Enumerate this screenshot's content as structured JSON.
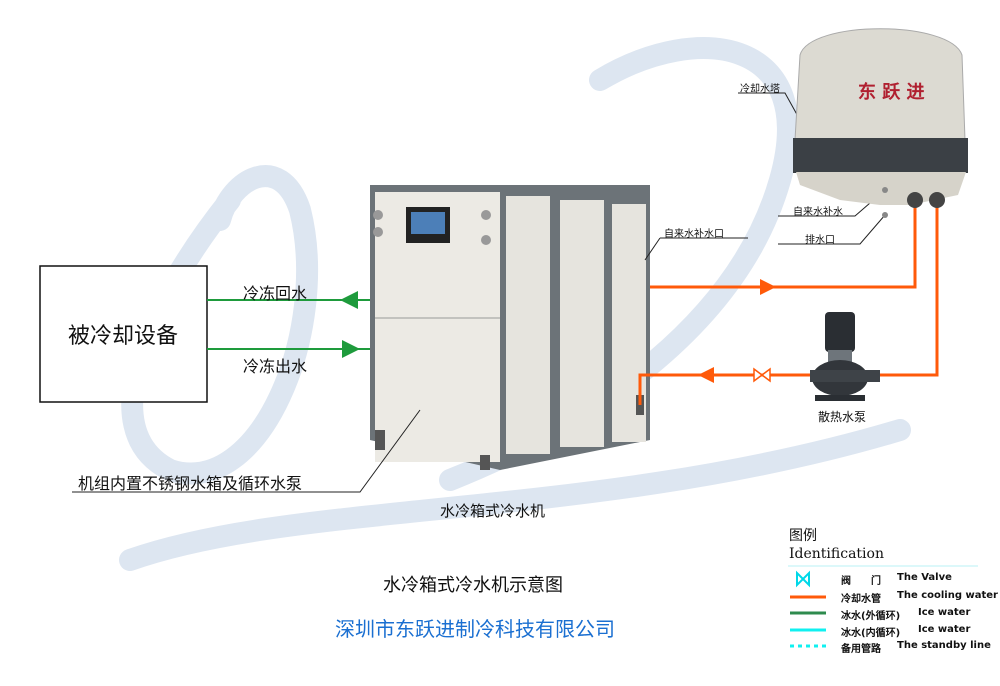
{
  "equipment_box": {
    "label": "被冷却设备"
  },
  "pipes": {
    "return_label": "冷冻回水",
    "supply_label": "冷冻出水"
  },
  "chiller": {
    "caption": "水冷箱式冷水机",
    "tank_note": "机组内置不锈钢水箱及循环水泵",
    "makeup_inlet": "自来水补水口"
  },
  "tower": {
    "label": "冷却水塔",
    "brand": "东 跃 进",
    "makeup": "自来水补水",
    "drain": "排水口"
  },
  "pump": {
    "label": "散热水泵"
  },
  "title": "水冷箱式冷水机示意图",
  "company": "深圳市东跃进制冷科技有限公司",
  "legend": {
    "title_cn": "图例",
    "title_en": "Identification",
    "items": [
      {
        "cn": "阀　　门",
        "en": "The Valve",
        "symbol": "valve",
        "color": "#00d8e8"
      },
      {
        "cn": "冷却水管",
        "en": "The cooling water",
        "symbol": "line",
        "color": "#ff5a0a"
      },
      {
        "cn": "冰水(外循环)",
        "en": "Ice water",
        "symbol": "line",
        "color": "#2e8b4e"
      },
      {
        "cn": "冰水(内循环)",
        "en": "Ice water",
        "symbol": "line",
        "color": "#10f0f0"
      },
      {
        "cn": "备用管路",
        "en": "The standby line",
        "symbol": "dashed",
        "color": "#10f0f0"
      }
    ]
  },
  "colors": {
    "cooling_pipe": "#ff5a0a",
    "ice_water": "#1e9b3c",
    "company": "#1a6fd1",
    "watermark": "#dce5f0"
  }
}
